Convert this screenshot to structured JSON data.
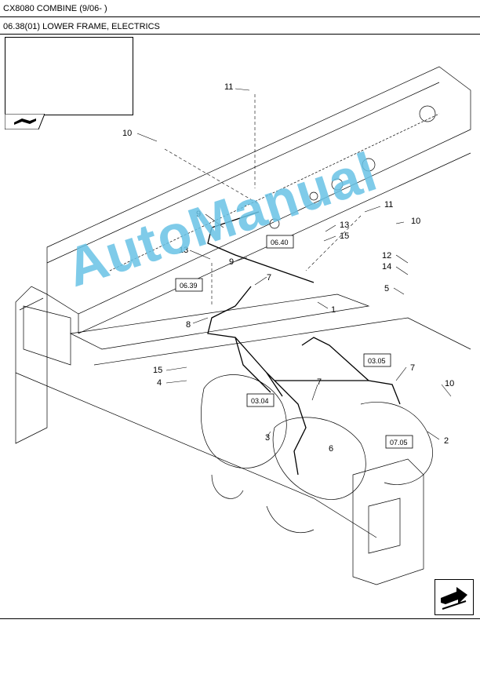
{
  "header": {
    "title": "CX8080 COMBINE (9/06- )",
    "section": "06.38(01) LOWER FRAME, ELECTRICS"
  },
  "callouts": {
    "c11a": "11",
    "c10a": "10",
    "c9a": "9",
    "c13a": "13",
    "c9b": "9",
    "c7a": "7",
    "c8": "8",
    "c15a": "15",
    "c4": "4",
    "c3": "3",
    "c11b": "11",
    "c13b": "13",
    "c15b": "15",
    "c10b": "10",
    "c12": "12",
    "c14": "14",
    "c5": "5",
    "c1": "1",
    "c7b": "7",
    "c7c": "7",
    "c6": "6",
    "c10c": "10",
    "c2": "2"
  },
  "references": {
    "r0640": "06.40",
    "r0639": "06.39",
    "r0305": "03.05",
    "r0304": "03.04",
    "r0705": "07.05"
  },
  "watermark": "AutoManual",
  "colors": {
    "watermark": "#69c3e6",
    "line": "#000000"
  },
  "icons": {
    "inset": "book-arrow-icon",
    "nav": "next-page-arrow-icon"
  }
}
